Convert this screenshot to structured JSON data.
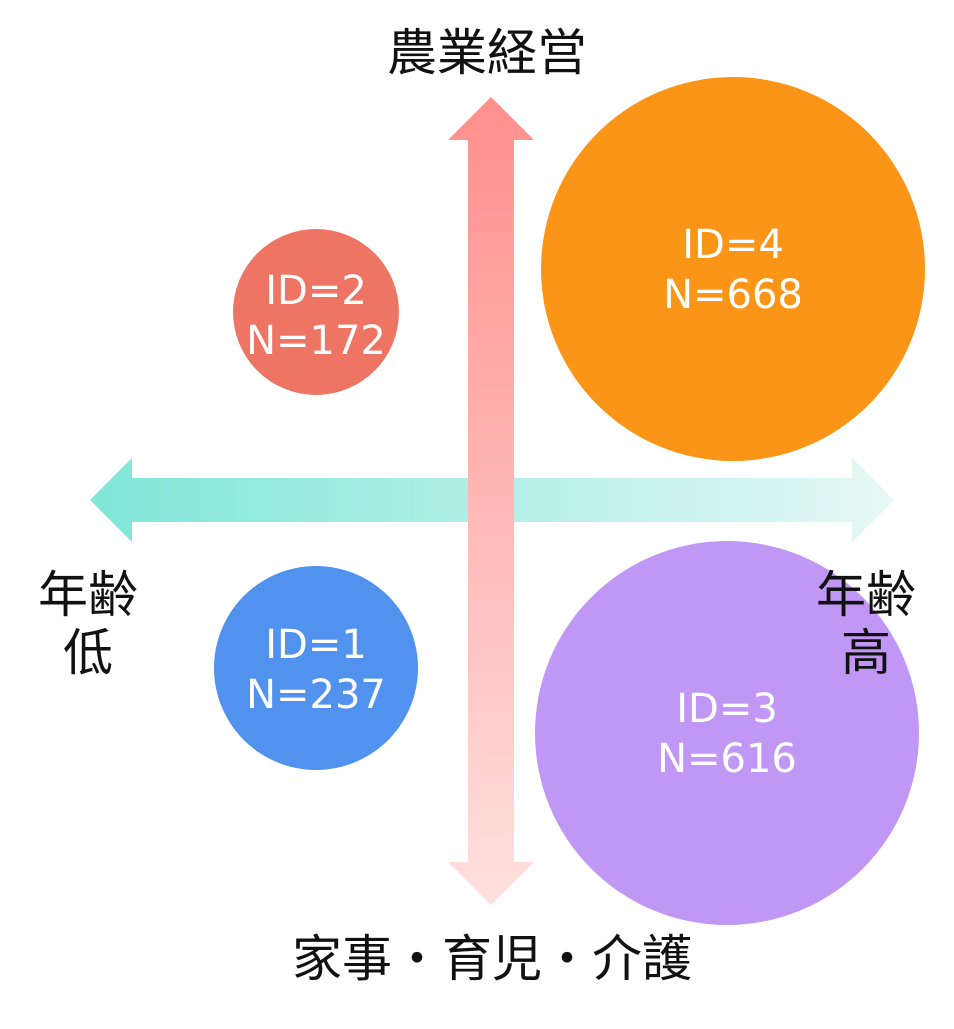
{
  "axes": {
    "top": "農業経営",
    "bottom": "家事・育児・介護",
    "left": [
      "年齢",
      "低"
    ],
    "right": [
      "年齢",
      "高"
    ]
  },
  "colors": {
    "vertical_arrow_top": "#ff8f8c",
    "vertical_arrow_bottom": "#ffe0de",
    "horizontal_arrow_left": "#7fe6d8",
    "horizontal_arrow_right": "#e6f8f5",
    "id1": "#5092ee",
    "id2": "#ee7563",
    "id3": "#c197f6",
    "id4": "#fb9517"
  },
  "clusters": [
    {
      "id_label": "ID=1",
      "n_label": "N=237",
      "n": 237,
      "quadrant": "bottom-left",
      "color_key": "id1"
    },
    {
      "id_label": "ID=2",
      "n_label": "N=172",
      "n": 172,
      "quadrant": "top-left",
      "color_key": "id2"
    },
    {
      "id_label": "ID=3",
      "n_label": "N=616",
      "n": 616,
      "quadrant": "bottom-right",
      "color_key": "id3"
    },
    {
      "id_label": "ID=4",
      "n_label": "N=668",
      "n": 668,
      "quadrant": "top-right",
      "color_key": "id4"
    }
  ]
}
